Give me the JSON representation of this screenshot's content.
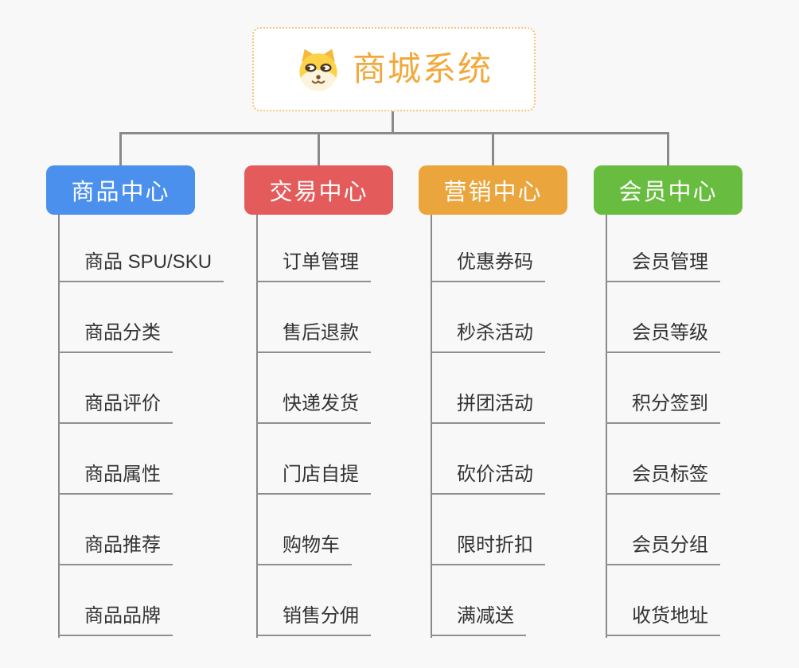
{
  "root": {
    "title": "商城系统",
    "icon": "dog-face-icon"
  },
  "branches": [
    {
      "label": "商品中心",
      "color": "#4a90ec",
      "items": [
        "商品 SPU/SKU",
        "商品分类",
        "商品评价",
        "商品属性",
        "商品推荐",
        "商品品牌"
      ]
    },
    {
      "label": "交易中心",
      "color": "#e45b5b",
      "items": [
        "订单管理",
        "售后退款",
        "快递发货",
        "门店自提",
        "购物车",
        "销售分佣"
      ]
    },
    {
      "label": "营销中心",
      "color": "#eaa53c",
      "items": [
        "优惠券码",
        "秒杀活动",
        "拼团活动",
        "砍价活动",
        "限时折扣",
        "满减送"
      ]
    },
    {
      "label": "会员中心",
      "color": "#68bd40",
      "items": [
        "会员管理",
        "会员等级",
        "积分签到",
        "会员标签",
        "会员分组",
        "收货地址"
      ]
    }
  ],
  "colors": {
    "background": "#f8f8f8",
    "connector": "#8a8a8a",
    "root_text": "#f2a93c",
    "root_border": "#f3c478",
    "branch_text": "#ffffff",
    "item_text": "#333333",
    "item_underline": "#8f8f8f"
  }
}
